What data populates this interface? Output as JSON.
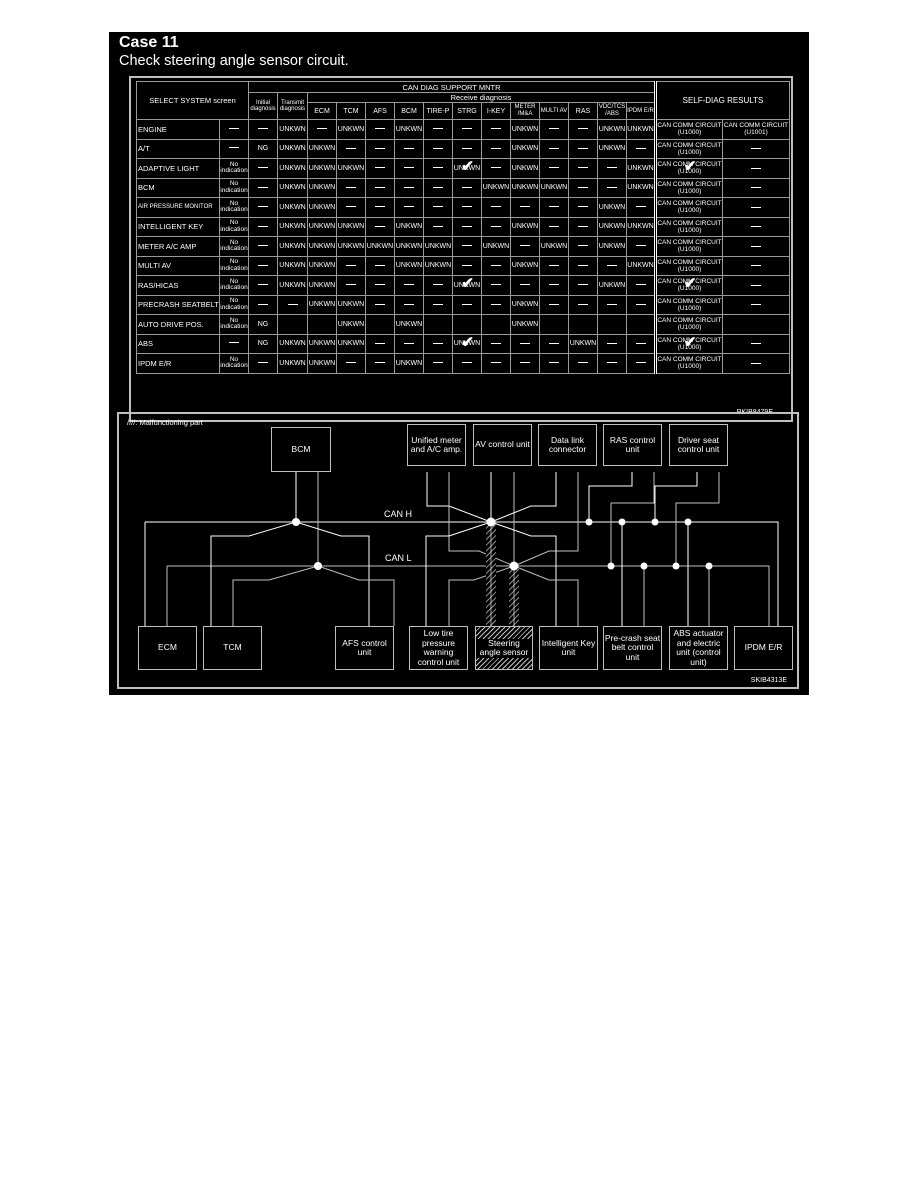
{
  "header": {
    "case_title": "Case 11",
    "case_subtitle": "Check steering angle sensor circuit."
  },
  "table": {
    "code": "PKIB8479E",
    "headers": {
      "select_system": "SELECT SYSTEM screen",
      "can_diag_support": "CAN DIAG SUPPORT MNTR",
      "receive_diagnosis": "Receive diagnosis",
      "initial_diagnosis": "Initial diagnosis",
      "transmit_diagnosis": "Transmit diagnosis",
      "self_diag_results": "SELF-DIAG RESULTS",
      "receive_columns": [
        "ECM",
        "TCM",
        "AFS",
        "BCM",
        "TIRE-P",
        "STRG",
        "I-KEY",
        "METER /M&A",
        "MULTI AV",
        "RAS",
        "VDC/TCS /ABS",
        "IPDM E/R"
      ]
    },
    "rows": [
      {
        "system": "ENGINE",
        "screen": "—",
        "initial": "—",
        "transmit": "UNKWN",
        "receive": [
          "—",
          "UNKWN",
          "—",
          "UNKWN",
          "—",
          "—",
          "—",
          "UNKWN",
          "—",
          "—",
          "UNKWN",
          "UNKWN"
        ],
        "checked_cols": [],
        "self_diag": [
          "CAN COMM CIRCUIT (U1000)",
          "CAN COMM CIRCUIT (U1001)"
        ],
        "self_diag_checked": false
      },
      {
        "system": "A/T",
        "screen": "—",
        "initial": "NG",
        "transmit": "UNKWN",
        "receive": [
          "UNKWN",
          "—",
          "—",
          "—",
          "—",
          "—",
          "—",
          "UNKWN",
          "—",
          "—",
          "UNKWN",
          "—"
        ],
        "checked_cols": [],
        "self_diag": [
          "CAN COMM CIRCUIT (U1000)",
          "—"
        ],
        "self_diag_checked": false
      },
      {
        "system": "ADAPTIVE LIGHT",
        "screen": "No indication",
        "initial": "—",
        "transmit": "UNKWN",
        "receive": [
          "UNKWN",
          "UNKWN",
          "—",
          "—",
          "—",
          "UNKWN",
          "—",
          "UNKWN",
          "—",
          "—",
          "—",
          "UNKWN"
        ],
        "checked_cols": [
          5
        ],
        "self_diag": [
          "CAN COMM CIRCUIT (U1000)",
          "—"
        ],
        "self_diag_checked": true
      },
      {
        "system": "BCM",
        "screen": "No indication",
        "initial": "—",
        "transmit": "UNKWN",
        "receive": [
          "UNKWN",
          "—",
          "—",
          "—",
          "—",
          "—",
          "UNKWN",
          "UNKWN",
          "UNKWN",
          "—",
          "—",
          "UNKWN"
        ],
        "checked_cols": [],
        "self_diag": [
          "CAN COMM CIRCUIT (U1000)",
          "—"
        ],
        "self_diag_checked": false
      },
      {
        "system": "AIR PRESSURE MONITOR",
        "screen": "No indication",
        "initial": "—",
        "transmit": "UNKWN",
        "receive": [
          "UNKWN",
          "—",
          "—",
          "—",
          "—",
          "—",
          "—",
          "—",
          "—",
          "—",
          "UNKWN",
          "—"
        ],
        "checked_cols": [],
        "self_diag": [
          "CAN COMM CIRCUIT (U1000)",
          "—"
        ],
        "self_diag_checked": false
      },
      {
        "system": "INTELLIGENT KEY",
        "screen": "No indication",
        "initial": "—",
        "transmit": "UNKWN",
        "receive": [
          "UNKWN",
          "UNKWN",
          "—",
          "UNKWN",
          "—",
          "—",
          "—",
          "UNKWN",
          "—",
          "—",
          "UNKWN",
          "UNKWN"
        ],
        "checked_cols": [],
        "self_diag": [
          "CAN COMM CIRCUIT (U1000)",
          "—"
        ],
        "self_diag_checked": false
      },
      {
        "system": "METER A/C AMP",
        "screen": "No indication",
        "initial": "—",
        "transmit": "UNKWN",
        "receive": [
          "UNKWN",
          "UNKWN",
          "UNKWN",
          "UNKWN",
          "UNKWN",
          "—",
          "UNKWN",
          "—",
          "UNKWN",
          "—",
          "UNKWN",
          "—"
        ],
        "checked_cols": [],
        "self_diag": [
          "CAN COMM CIRCUIT (U1000)",
          "—"
        ],
        "self_diag_checked": false
      },
      {
        "system": "MULTI AV",
        "screen": "No indication",
        "initial": "—",
        "transmit": "UNKWN",
        "receive": [
          "UNKWN",
          "—",
          "—",
          "UNKWN",
          "UNKWN",
          "—",
          "—",
          "UNKWN",
          "—",
          "—",
          "—",
          "UNKWN"
        ],
        "checked_cols": [],
        "self_diag": [
          "CAN COMM CIRCUIT (U1000)",
          "—"
        ],
        "self_diag_checked": false
      },
      {
        "system": "RAS/HICAS",
        "screen": "No indication",
        "initial": "—",
        "transmit": "UNKWN",
        "receive": [
          "UNKWN",
          "—",
          "—",
          "—",
          "—",
          "UNKWN",
          "—",
          "—",
          "—",
          "—",
          "UNKWN",
          "—"
        ],
        "checked_cols": [
          5
        ],
        "self_diag": [
          "CAN COMM CIRCUIT (U1000)",
          "—"
        ],
        "self_diag_checked": true
      },
      {
        "system": "PRECRASH SEATBELT",
        "screen": "No indication",
        "initial": "—",
        "transmit": "—",
        "receive": [
          "UNKWN",
          "UNKWN",
          "—",
          "—",
          "—",
          "—",
          "—",
          "UNKWN",
          "—",
          "—",
          "—",
          "—"
        ],
        "checked_cols": [],
        "self_diag": [
          "CAN COMM CIRCUIT (U1000)",
          "—"
        ],
        "self_diag_checked": false
      },
      {
        "system": "AUTO DRIVE POS.",
        "screen": "No indication",
        "initial": "NG",
        "transmit": "",
        "receive": [
          "",
          "UNKWN",
          "",
          "UNKWN",
          "",
          "",
          "",
          "UNKWN",
          "",
          "",
          "",
          ""
        ],
        "checked_cols": [],
        "self_diag": [
          "CAN COMM CIRCUIT (U1000)",
          ""
        ],
        "self_diag_checked": false
      },
      {
        "system": "ABS",
        "screen": "—",
        "initial": "NG",
        "transmit": "UNKWN",
        "receive": [
          "UNKWN",
          "UNKWN",
          "—",
          "—",
          "—",
          "UNKWN",
          "—",
          "—",
          "—",
          "UNKWN",
          "—",
          "—"
        ],
        "checked_cols": [
          5
        ],
        "self_diag": [
          "CAN COMM CIRCUIT (U1000)",
          "—"
        ],
        "self_diag_checked": true
      },
      {
        "system": "IPDM E/R",
        "screen": "No indication",
        "initial": "—",
        "transmit": "UNKWN",
        "receive": [
          "UNKWN",
          "—",
          "—",
          "UNKWN",
          "—",
          "—",
          "—",
          "—",
          "—",
          "—",
          "—",
          "—"
        ],
        "checked_cols": [],
        "self_diag": [
          "CAN COMM CIRCUIT (U1000)",
          "—"
        ],
        "self_diag_checked": false
      }
    ]
  },
  "diagram": {
    "code": "SKIB4313E",
    "legend": "////: Malfunctioning part",
    "bus_labels": {
      "can_h": "CAN H",
      "can_l": "CAN L"
    },
    "top_units": [
      "BCM",
      "Unified meter and A/C amp.",
      "AV control unit",
      "Data link connector",
      "RAS control unit",
      "Driver seat control unit"
    ],
    "bottom_units": [
      "ECM",
      "TCM",
      "AFS control unit",
      "Low tire pressure warning control unit",
      "Steering angle sensor",
      "Intelligent Key unit",
      "Pre-crash seat belt control unit",
      "ABS actuator and electric unit (control unit)",
      "IPDM E/R"
    ],
    "malfunctioning_part": "Steering angle sensor"
  }
}
